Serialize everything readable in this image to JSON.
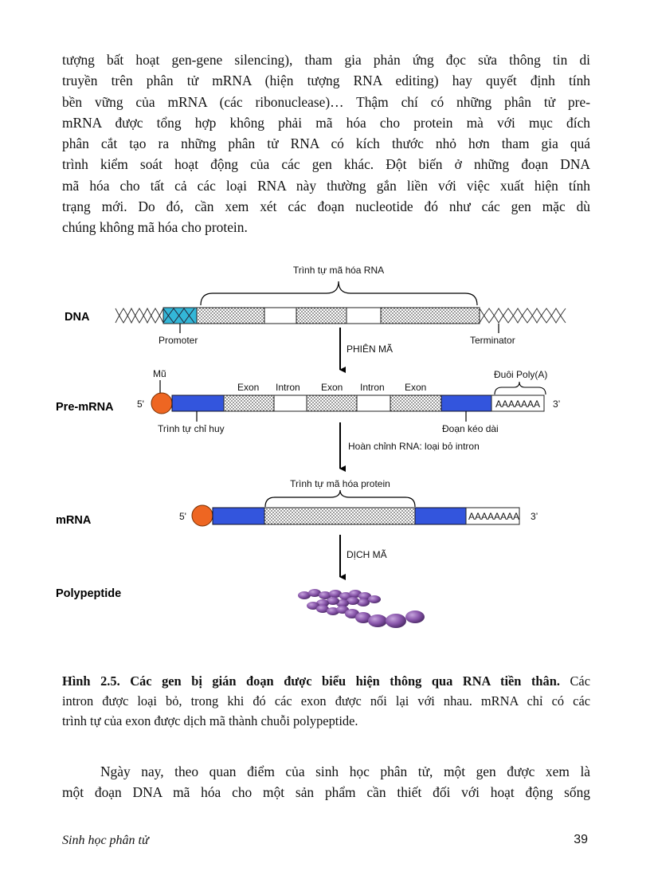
{
  "intro_lines": [
    "tượng bất hoạt gen-gene silencing), tham gia phản ứng đọc sửa thông tin di",
    "truyền trên phân tử mRNA (hiện tượng RNA editing) hay quyết định tính",
    "bền vững của mRNA (các ribonuclease)… Thậm chí có những phân tử pre-",
    "mRNA được tổng hợp không phải mã hóa cho protein mà với mục đích",
    "phân cắt tạo ra những phân tử RNA có kích thước nhỏ hơn tham gia quá",
    "trình kiểm soát hoạt động của các gen khác. Đột biến ở những đoạn DNA",
    "mã hóa cho tất cả các loại RNA này thường gắn liền với việc xuất hiện tính",
    "trạng mới. Do đó, cần xem xét các đoạn nucleotide đó như các gen mặc dù",
    "chúng không mã hóa cho protein."
  ],
  "figure": {
    "rna_coding_label": "Trình tự mã hóa RNA",
    "dna_label": "DNA",
    "promoter_label": "Promoter",
    "terminator_label": "Terminator",
    "transcription_label": "PHIÊN MÃ",
    "cap_label": "Mũ",
    "polya_tail_label": "Đuôi Poly(A)",
    "exon_labels": [
      "Exon",
      "Exon",
      "Exon"
    ],
    "intron_labels": [
      "Intron",
      "Intron"
    ],
    "premrna_label": "Pre-mRNA",
    "five_prime": "5'",
    "polya_seq_pre": "AAAAAAA",
    "three_prime": "3’",
    "leader_label": "Trình tự chỉ huy",
    "trailer_label": "Đoạn kéo dài",
    "processing_label": "Hoàn chỉnh RNA: loại bỏ intron",
    "protein_coding_label": "Trình tự mã hóa protein",
    "mrna_label": "mRNA",
    "polya_seq_mrna": "AAAAAAAA",
    "translation_label": "DỊCH MÃ",
    "polypeptide_label": "Polypeptide",
    "colors": {
      "blue_region": "#3355dd",
      "cap": "#ee6622",
      "promoter": "#33b7d8",
      "bead": "#8855aa"
    }
  },
  "caption": {
    "bold": "Hình 2.5. Các gen bị gián đoạn được biểu hiện thông qua RNA tiền thân.",
    "line1_rest": " Các",
    "line2": "intron được loại bỏ, trong khi đó các exon được nối lại với nhau. mRNA chỉ có các",
    "line3": "trình tự của exon được dịch mã thành chuỗi polypeptide."
  },
  "outro_lines": [
    "Ngày nay, theo quan điểm của sinh học phân tử, một gen được xem là",
    "một đoạn DNA mã hóa cho một sản phẩm cần thiết đối với hoạt động sống"
  ],
  "footer": {
    "book_title": "Sinh học phân tử",
    "page_number": "39"
  }
}
